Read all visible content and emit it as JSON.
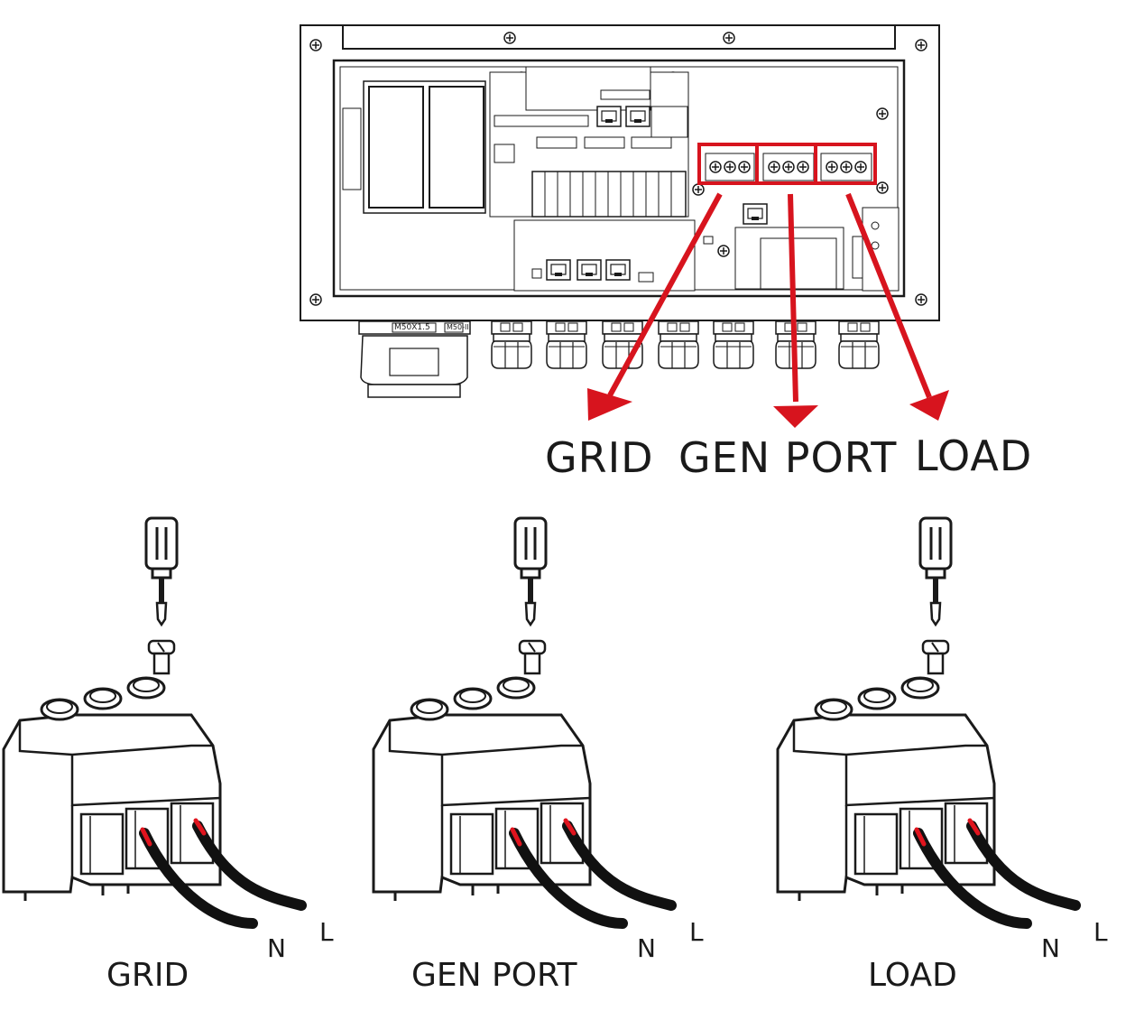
{
  "top_labels": {
    "grid": "GRID",
    "gen": "GEN PORT",
    "load": "LOAD"
  },
  "gland_labels": {
    "big": "M50X1.5",
    "small": "M50-II"
  },
  "terminals": [
    {
      "caption": "GRID",
      "wire_n": "N",
      "wire_l": "L"
    },
    {
      "caption": "GEN PORT",
      "wire_n": "N",
      "wire_l": "L"
    },
    {
      "caption": "LOAD",
      "wire_n": "N",
      "wire_l": "L"
    }
  ],
  "colors": {
    "highlight": "#d7141e",
    "line": "#1a1a1a",
    "wire": "#111111",
    "wire_tip": "#e0141e"
  }
}
